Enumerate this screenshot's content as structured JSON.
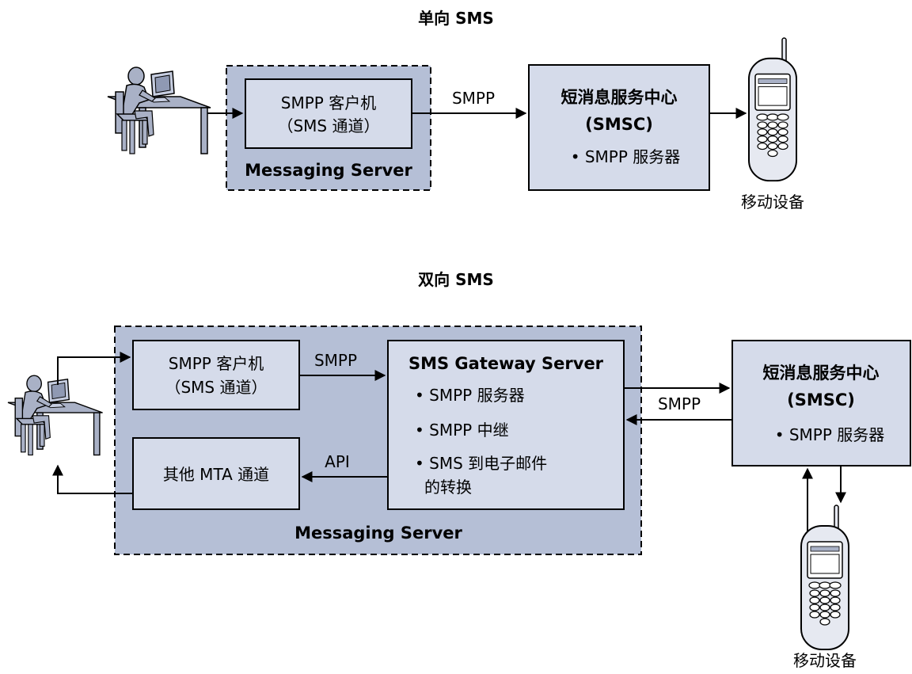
{
  "one_way": {
    "title": "单向 SMS",
    "container_label": "Messaging Server",
    "client_line1": "SMPP 客户机",
    "client_line2": "（SMS 通道）",
    "link_label": "SMPP",
    "smsc_line1": "短消息服务中心",
    "smsc_line2": "(SMSC)",
    "smsc_bullet": "• SMPP 服务器",
    "device_label": "移动设备"
  },
  "two_way": {
    "title": "双向 SMS",
    "container_label": "Messaging Server",
    "client_line1": "SMPP 客户机",
    "client_line2": "（SMS 通道）",
    "client_link_label": "SMPP",
    "gateway_title": "SMS Gateway Server",
    "gateway_bullet1": "• SMPP 服务器",
    "gateway_bullet2": "• SMPP 中继",
    "gateway_bullet3a": "• SMS 到电子邮件",
    "gateway_bullet3b": "的转换",
    "mta_label": "其他 MTA 通道",
    "api_label": "API",
    "smsc_link_label": "SMPP",
    "smsc_line1": "短消息服务中心",
    "smsc_line2": "(SMSC)",
    "smsc_bullet": "• SMPP 服务器",
    "device_label": "移动设备"
  },
  "colors": {
    "container_fill": "#b5bfd6",
    "box_fill": "#d5dbea",
    "outline": "#000000",
    "figure_fill": "#a9b1c6",
    "phone_fill": "#e6e9f1"
  }
}
